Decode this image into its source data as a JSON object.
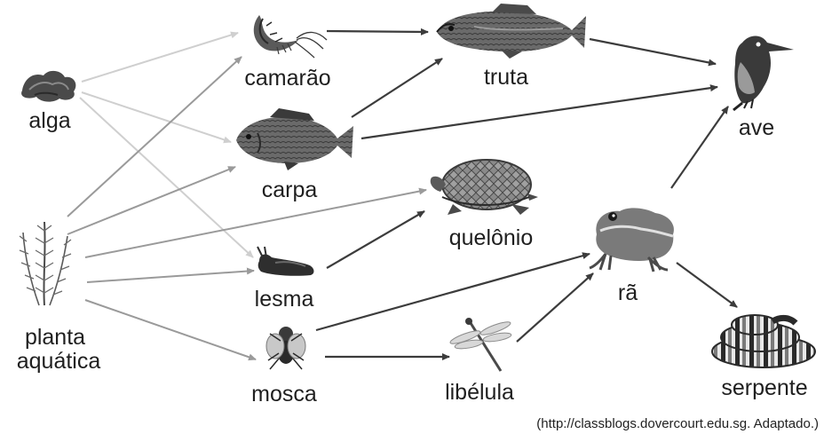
{
  "organisms": {
    "alga": "alga",
    "camarao": "camarão",
    "truta": "truta",
    "ave": "ave",
    "carpa": "carpa",
    "quelonio": "quelônio",
    "lesma": "lesma",
    "ra": "rã",
    "planta_aquatica_line1": "planta",
    "planta_aquatica_line2": "aquática",
    "mosca": "mosca",
    "libelula": "libélula",
    "serpente": "serpente"
  },
  "source": "(http://classblogs.dovercourt.edu.sg. Adaptado.)",
  "links": [
    {
      "from": "alga",
      "to": "camarão"
    },
    {
      "from": "alga",
      "to": "carpa"
    },
    {
      "from": "alga",
      "to": "lesma"
    },
    {
      "from": "planta aquática",
      "to": "camarão"
    },
    {
      "from": "planta aquática",
      "to": "carpa"
    },
    {
      "from": "planta aquática",
      "to": "quelônio"
    },
    {
      "from": "planta aquática",
      "to": "lesma"
    },
    {
      "from": "planta aquática",
      "to": "mosca"
    },
    {
      "from": "camarão",
      "to": "truta"
    },
    {
      "from": "carpa",
      "to": "truta"
    },
    {
      "from": "carpa",
      "to": "ave"
    },
    {
      "from": "truta",
      "to": "ave"
    },
    {
      "from": "lesma",
      "to": "quelônio"
    },
    {
      "from": "mosca",
      "to": "rã"
    },
    {
      "from": "mosca",
      "to": "libélula"
    },
    {
      "from": "libélula",
      "to": "rã"
    },
    {
      "from": "rã",
      "to": "ave"
    },
    {
      "from": "rã",
      "to": "serpente"
    }
  ],
  "colors": {
    "arrow_dark": "#3c3c3c",
    "arrow_mid": "#9a9a9a",
    "arrow_light": "#cfcfcf",
    "label": "#1f1f1f"
  }
}
